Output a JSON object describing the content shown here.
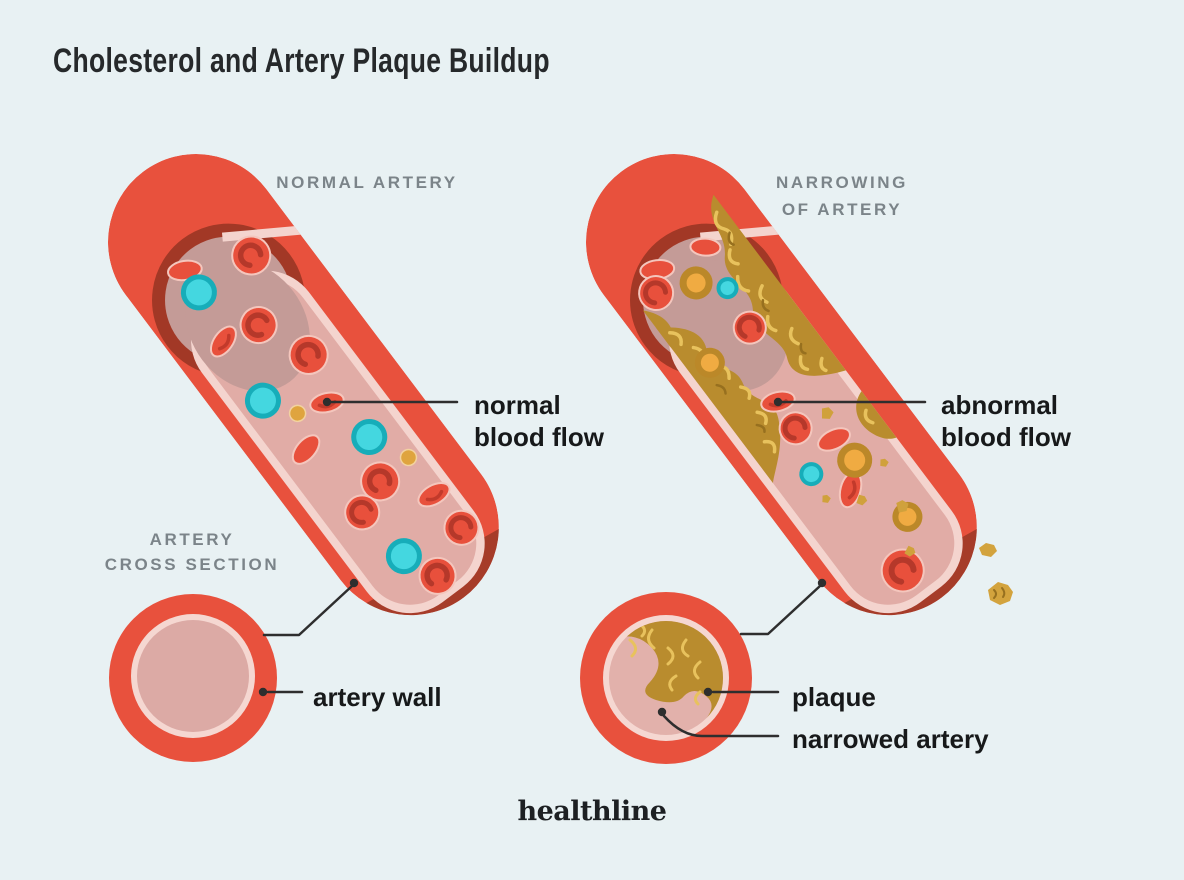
{
  "title": "Cholesterol and Artery Plaque Buildup",
  "brand": {
    "wordmark": "healthline"
  },
  "normal_panel": {
    "heading": "NORMAL ARTERY",
    "flow_line1": "normal",
    "flow_line2": "blood flow",
    "cross_line1": "ARTERY",
    "cross_line2": "CROSS SECTION",
    "wall_label": "artery wall"
  },
  "narrowed_panel": {
    "heading_line1": "NARROWING",
    "heading_line2": "OF ARTERY",
    "flow_line1": "abnormal",
    "flow_line2": "blood flow",
    "plaque_label": "plaque",
    "narrowed_label": "narrowed artery"
  },
  "colors": {
    "background": "#e8f1f3",
    "artery_red": "#e8513d",
    "artery_cut_dark_red": "#a63c29",
    "lumen_pink": "#e1aca6",
    "lumen_inner_wall_pale": "#f4d4ce",
    "deep_lumen_mauve": "#c49b97",
    "red_blood_cell": "#e8503c",
    "blood_cell_mark": "#b5382a",
    "teal_particle": "#44d7e0",
    "gold_particle": "#dfa43e",
    "plaque_gold": "#b98c2e",
    "plaque_texture_gold": "#e8c25d",
    "leader_line": "#2e2e2e",
    "heading_gray": "#7b8489",
    "label_black": "#17191a",
    "title_black": "#26292b"
  }
}
